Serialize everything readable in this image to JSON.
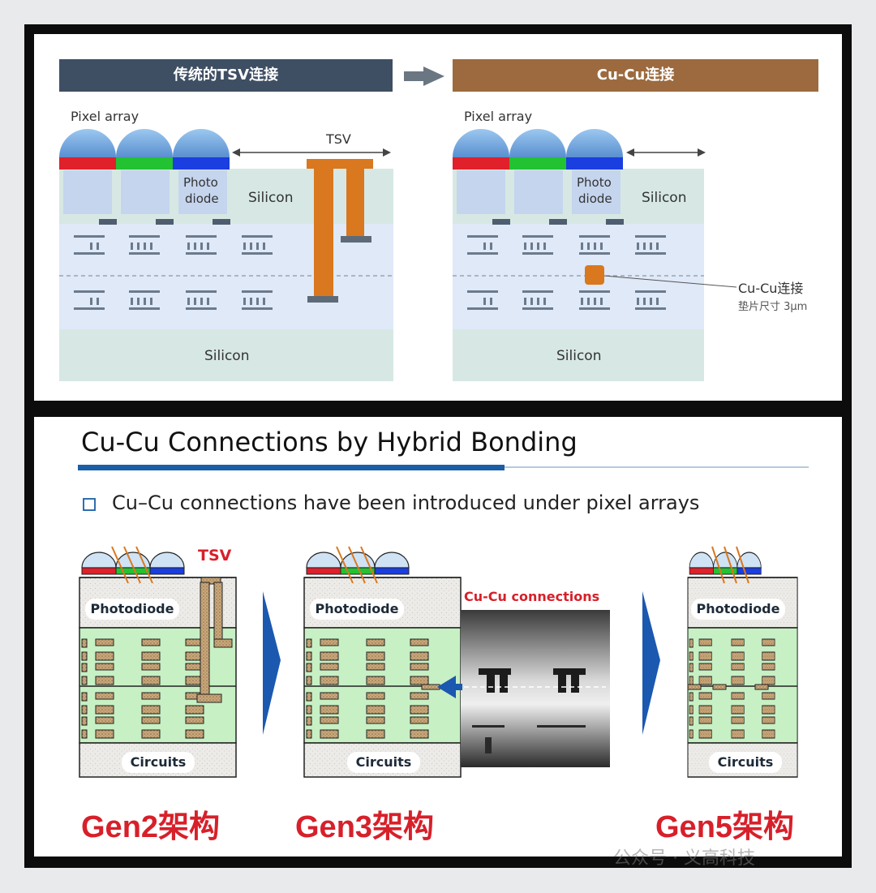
{
  "top": {
    "left_header": "传统的TSV连接",
    "right_header": "Cu-Cu连接",
    "left": {
      "pixel_array": "Pixel array",
      "tsv": "TSV",
      "photo_line1": "Photo",
      "photo_line2": "diode",
      "silicon_top": "Silicon",
      "silicon_bottom": "Silicon"
    },
    "right": {
      "pixel_array": "Pixel array",
      "photo_line1": "Photo",
      "photo_line2": "diode",
      "silicon_top": "Silicon",
      "silicon_bottom": "Silicon",
      "cu_label": "Cu-Cu连接",
      "pad_size": "垫片尺寸 3μm"
    }
  },
  "bottom": {
    "title": "Cu-Cu Connections by Hybrid Bonding",
    "bullet": "Cu–Cu connections have been introduced under pixel arrays",
    "cu_connections_label": "Cu-Cu connections",
    "gens": [
      {
        "photodiode": "Photodiode",
        "circuits": "Circuits",
        "label": "Gen2架构",
        "tsv": "TSV"
      },
      {
        "photodiode": "Photodiode",
        "circuits": "Circuits",
        "label": "Gen3架构"
      },
      {
        "photodiode": "Photodiode",
        "circuits": "Circuits",
        "label": "Gen5架构"
      }
    ]
  },
  "watermark": "公众号 · 义高科技",
  "colors": {
    "left_header_bg": "#3f4f63",
    "right_header_bg": "#9c6a3e",
    "tsv_copper": "#d9781e",
    "filter_red": "#e0202a",
    "filter_green": "#22c232",
    "filter_blue": "#1a3ee0",
    "silicon_bg": "#d7e8e4",
    "wiring_bg": "#dfe9f8",
    "circuit_green": "#c7f0c4",
    "title_underline": "#1a5ea8",
    "arrow_blue": "#1b58b0",
    "gen_red": "#d7202a"
  }
}
